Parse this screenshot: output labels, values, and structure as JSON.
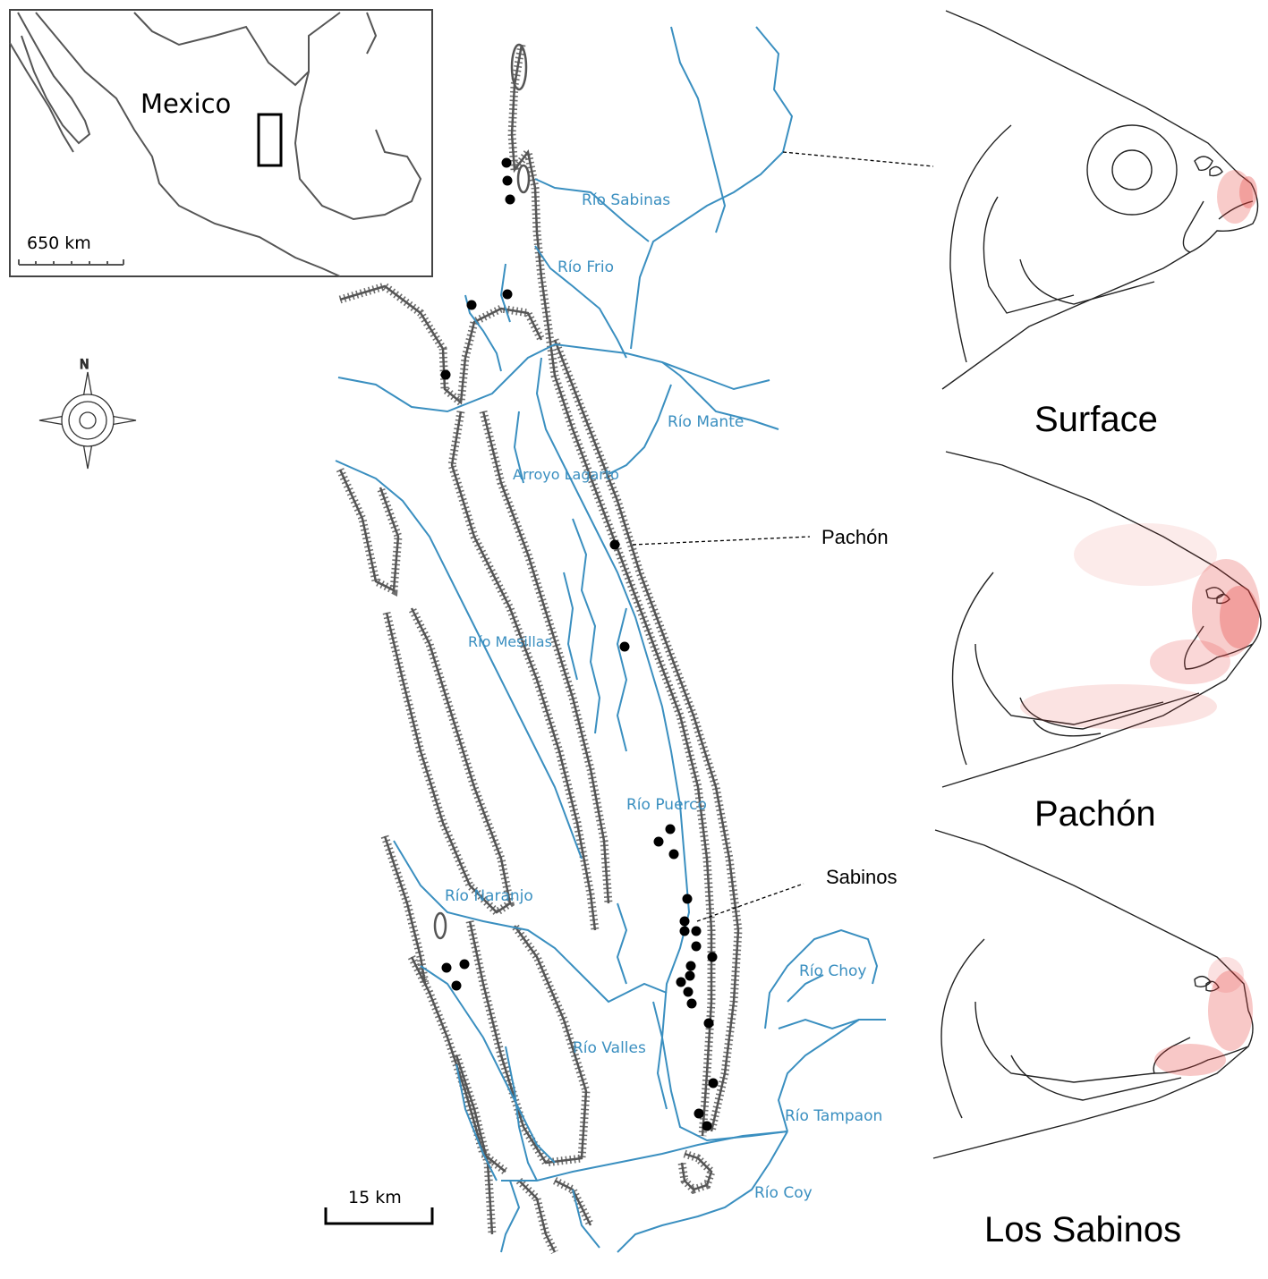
{
  "colors": {
    "river": "#3a8fc0",
    "ridge": "#555555",
    "neuromast": "#e53935",
    "line": "#000000"
  },
  "inset": {
    "country_label": "Mexico",
    "scale_label": "650 km"
  },
  "compass": {
    "north_label": "N"
  },
  "map": {
    "scale_label": "15 km",
    "rivers": [
      {
        "id": "sabinas",
        "name": "Río Sabinas"
      },
      {
        "id": "frio",
        "name": "Río Frio"
      },
      {
        "id": "mante",
        "name": "Río Mante"
      },
      {
        "id": "lagarto",
        "name": "Arroyo Lagarto"
      },
      {
        "id": "mesillas",
        "name": "Río Mesillas"
      },
      {
        "id": "puerco",
        "name": "Río Puerco"
      },
      {
        "id": "naranjo",
        "name": "Río Naranjo"
      },
      {
        "id": "choy",
        "name": "Río Choy"
      },
      {
        "id": "valles",
        "name": "Río Valles"
      },
      {
        "id": "tampaon",
        "name": "Río Tampaon"
      },
      {
        "id": "coy",
        "name": "Río Coy"
      }
    ],
    "site_labels": {
      "pachon": "Pachón",
      "sabinos": "Sabinos"
    },
    "cave_site_count": 30
  },
  "fish_heads": [
    {
      "id": "surface",
      "label": "Surface",
      "has_eye": true,
      "neuromast_density": "low"
    },
    {
      "id": "pachon",
      "label": "Pachón",
      "has_eye": false,
      "neuromast_density": "high"
    },
    {
      "id": "los_sabinos",
      "label": "Los Sabinos",
      "has_eye": false,
      "neuromast_density": "medium"
    }
  ]
}
